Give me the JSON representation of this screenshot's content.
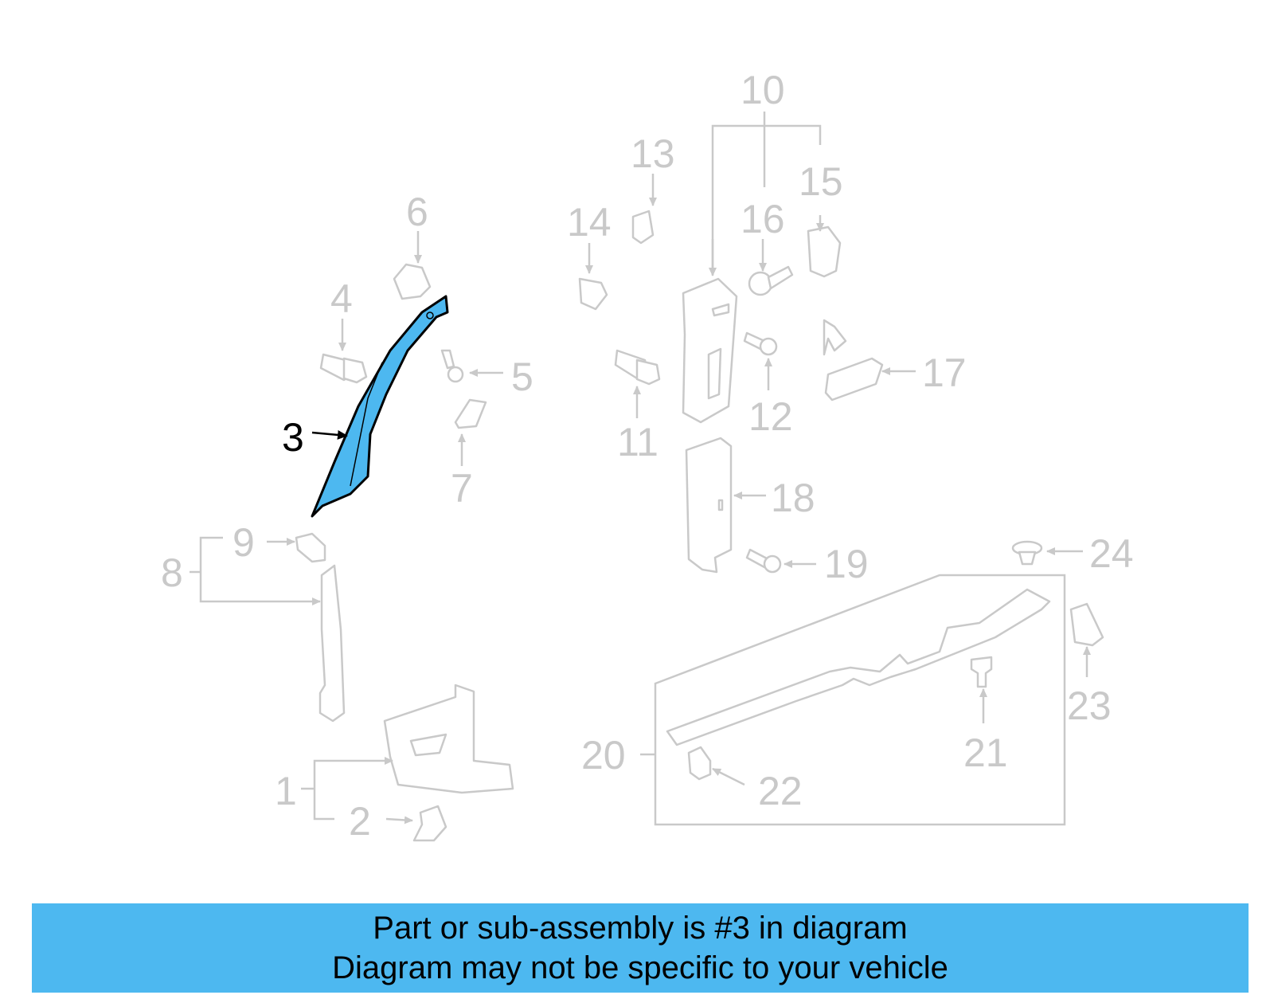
{
  "diagram": {
    "highlight_color": "#4db8f0",
    "muted_color": "#c9c9c9",
    "highlighted_part": "3",
    "callouts": [
      "1",
      "2",
      "3",
      "4",
      "5",
      "6",
      "7",
      "8",
      "9",
      "10",
      "11",
      "12",
      "13",
      "14",
      "15",
      "16",
      "17",
      "18",
      "19",
      "20",
      "21",
      "22",
      "23",
      "24"
    ]
  },
  "banner": {
    "line1": "Part or sub-assembly is #3 in diagram",
    "line2": "Diagram may not be specific to your vehicle"
  }
}
